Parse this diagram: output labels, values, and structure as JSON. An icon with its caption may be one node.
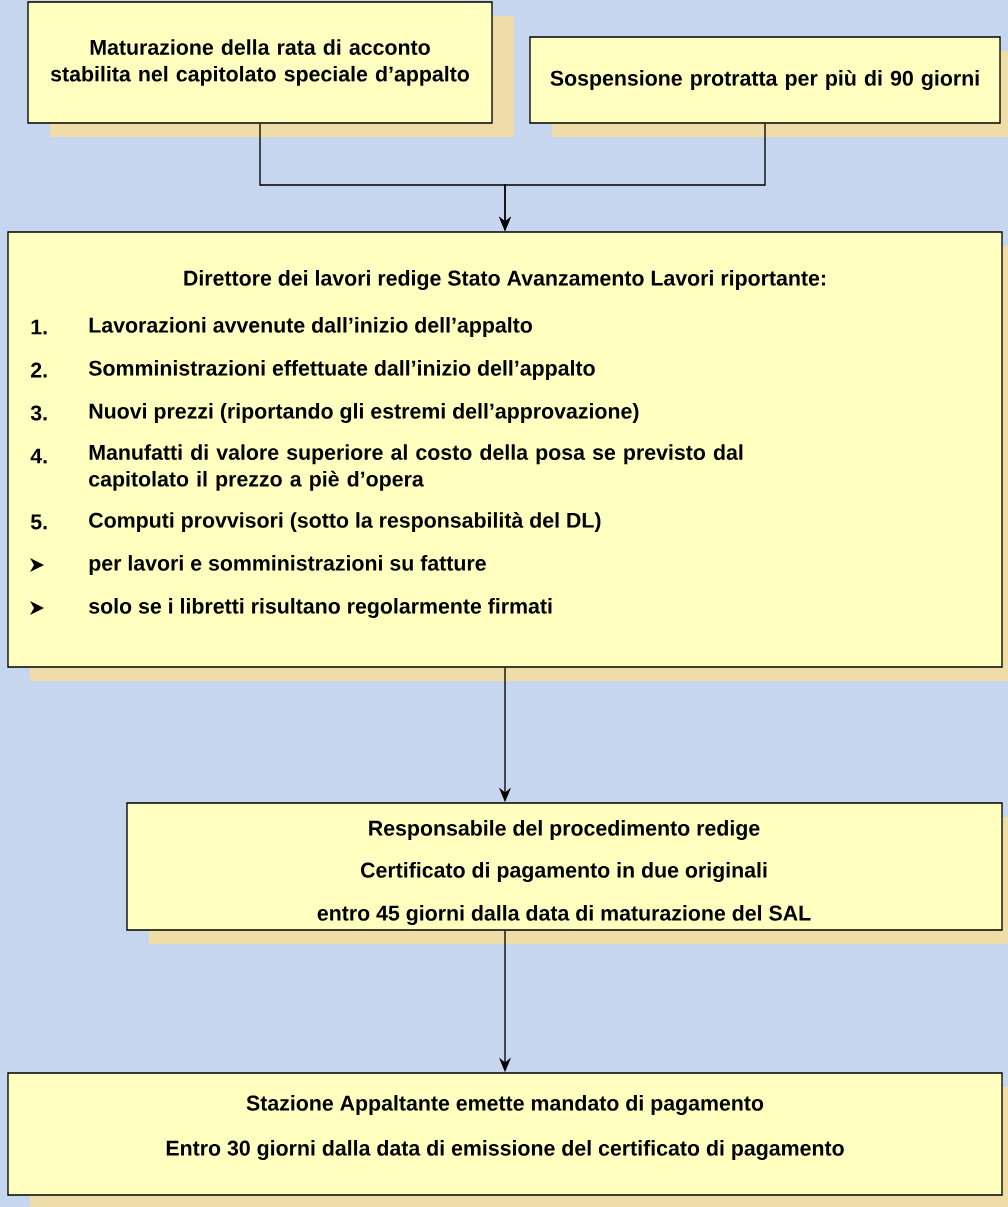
{
  "diagram": {
    "nodes": [
      {
        "text": [
          "Maturazione della rata di acconto stabilita nel capitolato speciale d’appalto"
        ]
      },
      {
        "text": [
          "Sospensione protratta per più di 90 giorni"
        ]
      },
      {
        "text": [
          "Direttore dei lavori redige Stato Avanzamento Lavori riportante:",
          "1.",
          "Lavorazioni avvenute dall’inizio dell’appalto",
          "2.",
          "Somministrazioni effettuate dall’inizio dell’appalto",
          "3.",
          "Nuovi prezzi (riportando gli estremi dell’approvazione)",
          "4.",
          "Manufatti di valore superiore al costo della posa se previsto dal capitolato il prezzo a piè d’opera",
          "5.",
          "Computi provvisori (sotto la responsabilità del DL)",
          "per lavori e somministrazioni su fatture",
          "solo se i libretti risultano regolarmente  firmati"
        ]
      },
      {
        "text": [
          "Responsabile del procedimento redige",
          "Certificato di pagamento in due originali",
          "entro 45 giorni dalla data di maturazione del SAL"
        ]
      },
      {
        "text": [
          "Stazione Appaltante emette mandato di pagamento",
          "Entro 30 giorni dalla data di emissione del certificato di pagamento"
        ]
      }
    ],
    "edges": [
      {
        "from": 0,
        "to": 2,
        "arrow": "to"
      },
      {
        "from": 1,
        "to": 2,
        "arrow": "to"
      },
      {
        "from": 2,
        "to": 3,
        "arrow": "to"
      },
      {
        "from": 3,
        "to": 4,
        "arrow": "to"
      }
    ]
  }
}
